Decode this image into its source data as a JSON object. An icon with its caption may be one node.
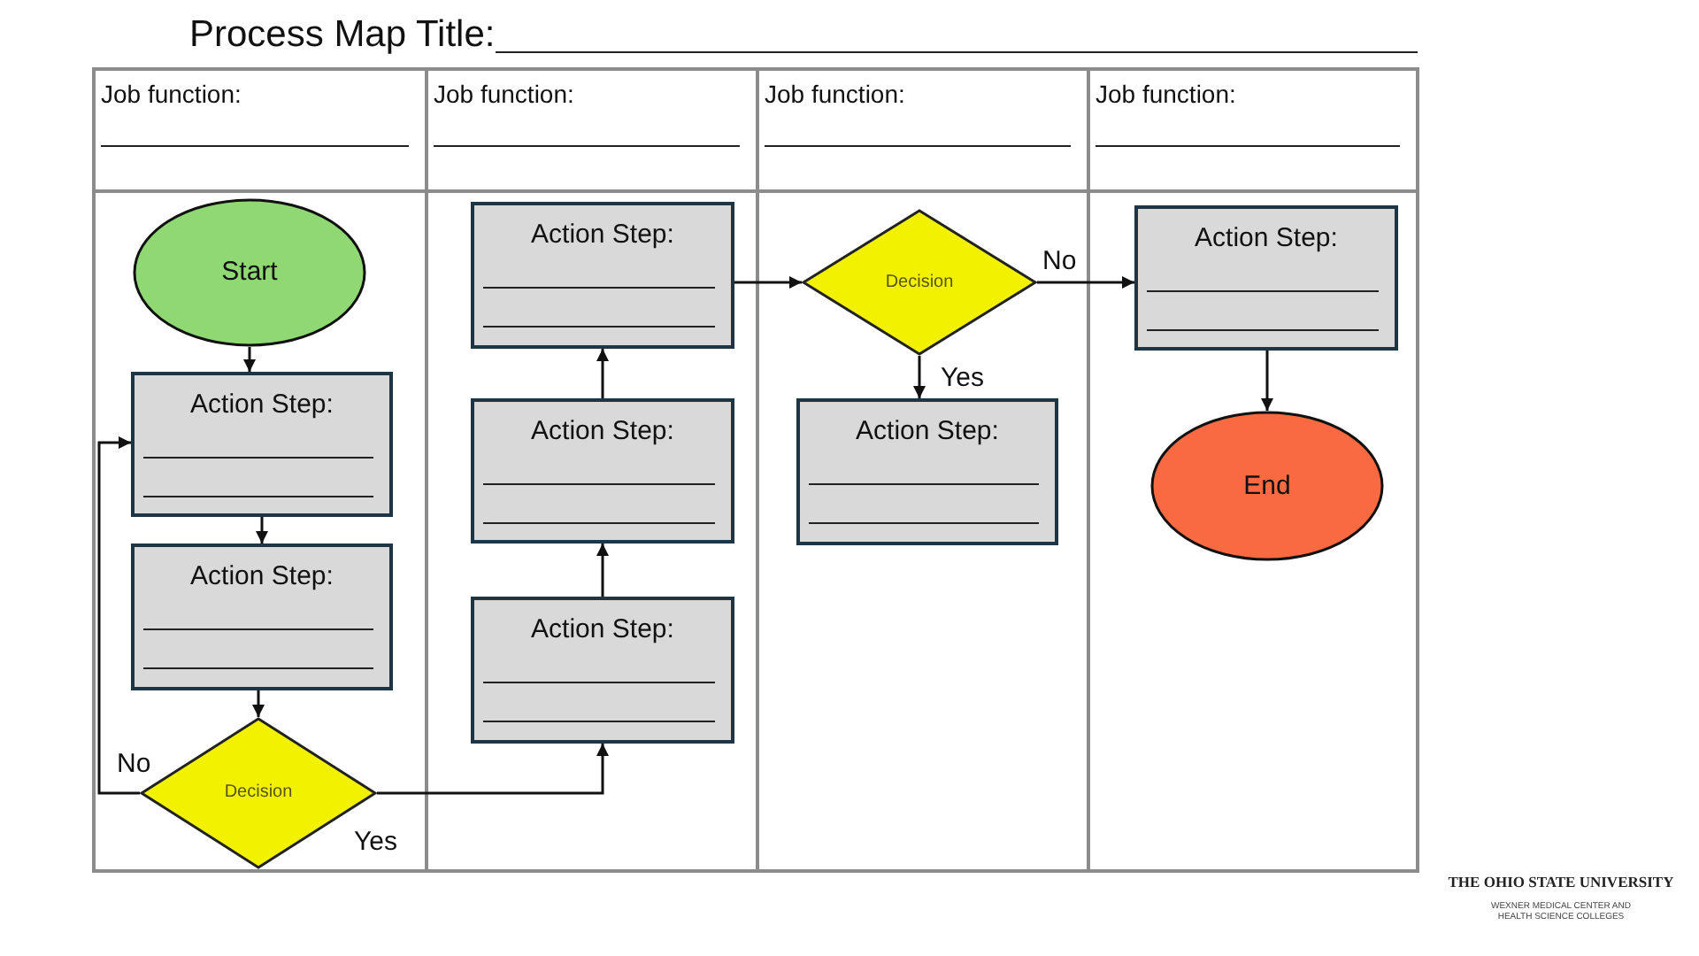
{
  "diagram": {
    "title": "Process Map Title:",
    "nodes": [
      {
        "text": [
          "Job function:"
        ]
      },
      {
        "text": [
          "Start"
        ],
        "in": 0
      },
      {
        "text": [
          "Action Step:"
        ],
        "in": 0
      },
      {
        "text": [
          "Action Step:"
        ],
        "in": 0
      },
      {
        "text": [
          "Decision"
        ],
        "in": 0
      },
      {
        "text": [
          "Job function:"
        ]
      },
      {
        "text": [
          "Action Step:"
        ],
        "in": 5
      },
      {
        "text": [
          "Action Step:"
        ],
        "in": 5
      },
      {
        "text": [
          "Action Step:"
        ],
        "in": 5
      },
      {
        "text": [
          "Job function:"
        ]
      },
      {
        "text": [
          "Decision"
        ],
        "in": 9
      },
      {
        "text": [
          "Action Step:"
        ],
        "in": 9
      },
      {
        "text": [
          "Job function:"
        ]
      },
      {
        "text": [
          "Action Step:"
        ],
        "in": 12
      },
      {
        "text": [
          "End"
        ],
        "in": 12
      }
    ],
    "edges": [
      {
        "from": 1,
        "to": 2,
        "arrow": "to"
      },
      {
        "from": 2,
        "to": 3,
        "arrow": "to"
      },
      {
        "from": 3,
        "to": 4,
        "arrow": "to"
      },
      {
        "from": 4,
        "to": 2,
        "arrow": "to",
        "label": "No"
      },
      {
        "from": 4,
        "to": 8,
        "arrow": "to",
        "label": "Yes"
      },
      {
        "from": 8,
        "to": 7,
        "arrow": "to"
      },
      {
        "from": 7,
        "to": 6,
        "arrow": "to"
      },
      {
        "from": 6,
        "to": 10,
        "arrow": "to"
      },
      {
        "from": 10,
        "to": 13,
        "arrow": "to",
        "label": "No"
      },
      {
        "from": 10,
        "to": 11,
        "arrow": "to",
        "label": "Yes"
      },
      {
        "from": 13,
        "to": 14,
        "arrow": "to"
      }
    ],
    "labels": [
      "THE OHIO STATE UNIVERSITY",
      "WEXNER MEDICAL CENTER AND HEALTH SCIENCE COLLEGES"
    ]
  }
}
